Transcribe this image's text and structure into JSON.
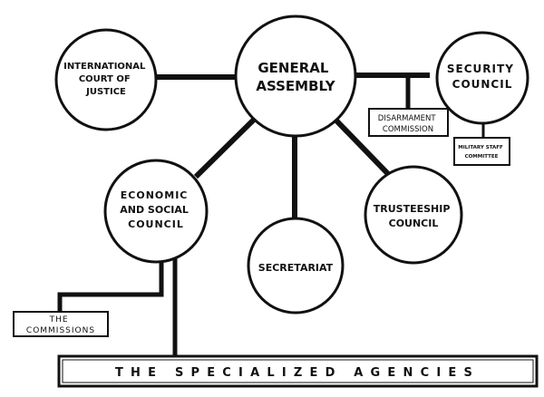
{
  "organs": {
    "general_assembly": [
      "GENERAL",
      "ASSEMBLY"
    ],
    "icj": [
      "INTERNATIONAL",
      "COURT OF",
      "JUSTICE"
    ],
    "security_council": [
      "SECURITY",
      "COUNCIL"
    ],
    "ecosoc": [
      "ECONOMIC",
      "AND SOCIAL",
      "COUNCIL"
    ],
    "secretariat": [
      "SECRETARIAT"
    ],
    "trusteeship": [
      "TRUSTEESHIP",
      "COUNCIL"
    ]
  },
  "subsidiaries": {
    "disarmament": [
      "DISARMAMENT",
      "COMMISSION"
    ],
    "military_staff": [
      "MILITARY STAFF",
      "COMMITTEE"
    ],
    "commissions": [
      "THE",
      "COMMISSIONS"
    ]
  },
  "banner": {
    "label": "THE SPECIALIZED AGENCIES"
  },
  "colors": {
    "ink": "#111111",
    "paper": "#ffffff"
  }
}
